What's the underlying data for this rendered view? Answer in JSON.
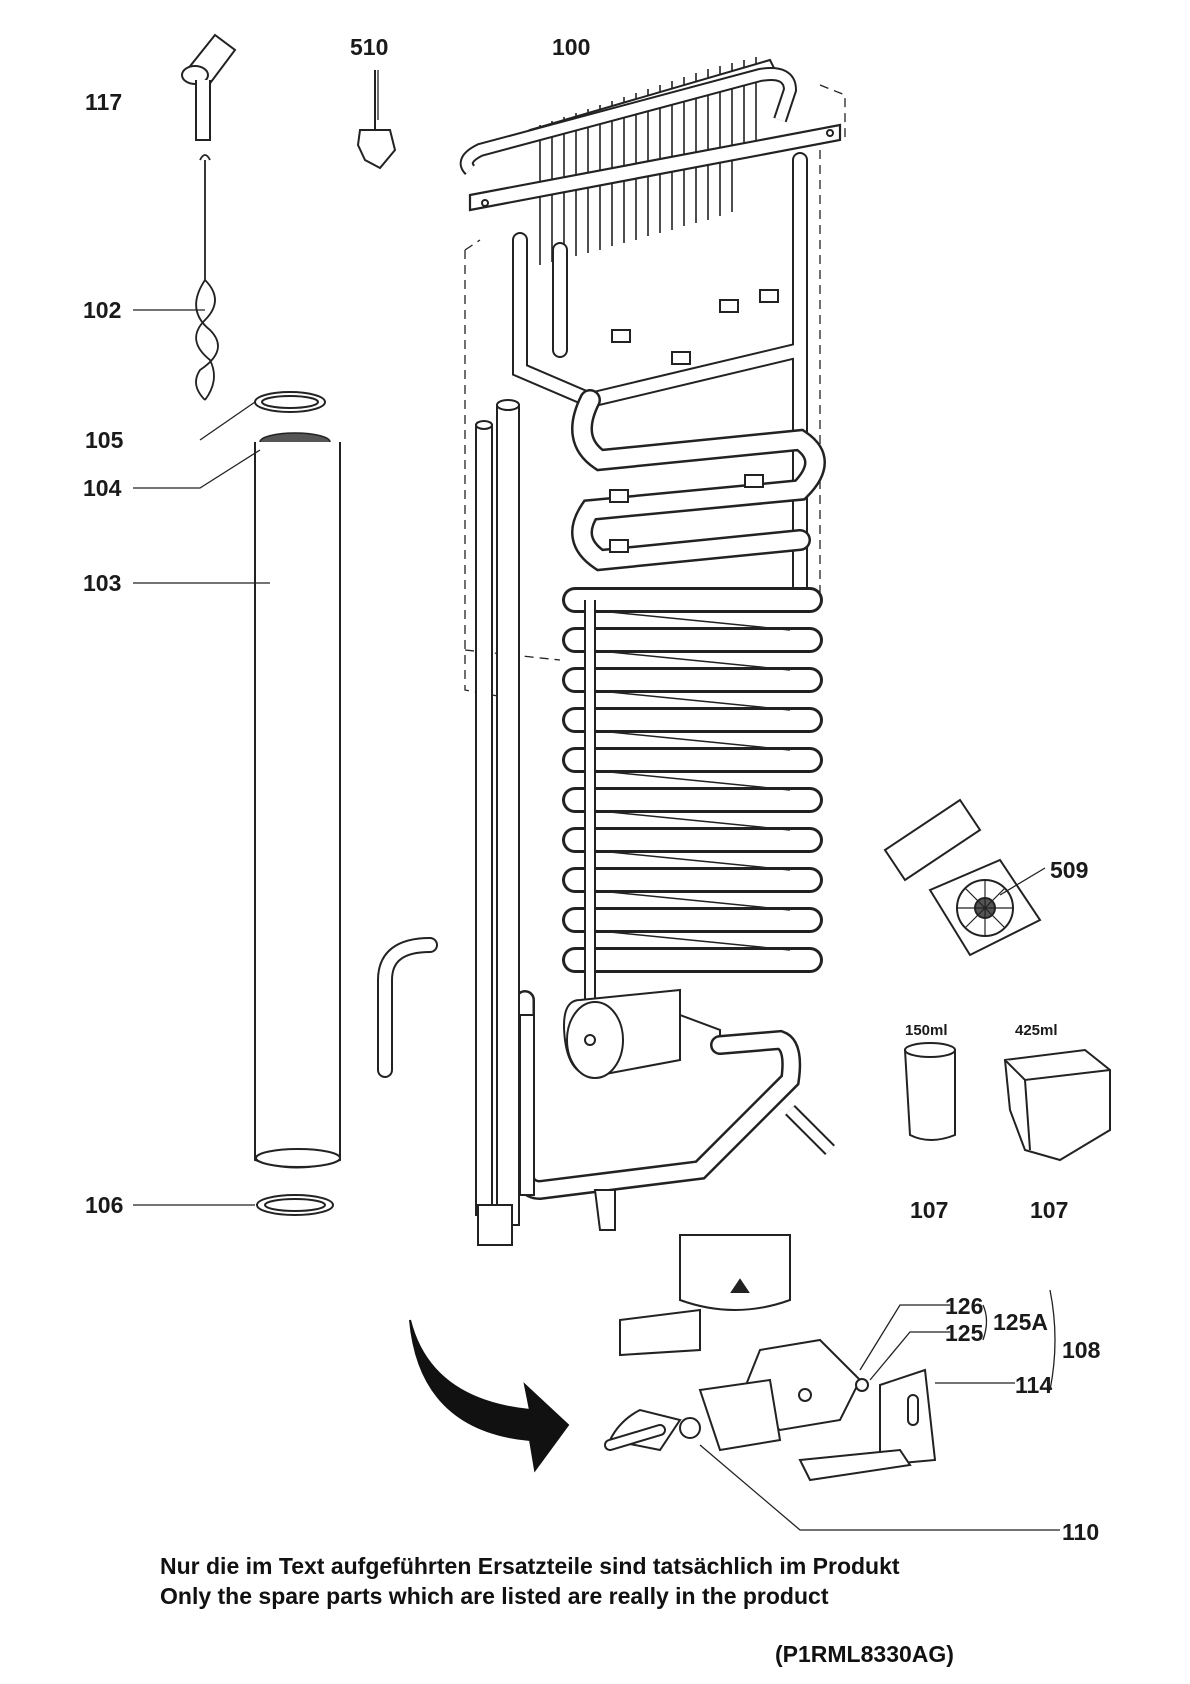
{
  "labels": {
    "p117": "117",
    "p510": "510",
    "p100": "100",
    "p102": "102",
    "p105": "105",
    "p104": "104",
    "p103": "103",
    "p106": "106",
    "p509": "509",
    "vol1": "150ml",
    "vol2": "425ml",
    "p107a": "107",
    "p107b": "107",
    "p126": "126",
    "p125": "125",
    "p125a": "125A",
    "p108": "108",
    "p114": "114",
    "p110": "110"
  },
  "notes": {
    "de": "Nur die im Text aufgeführten Ersatzteile sind tatsächlich im Produkt",
    "en": "Only the spare parts which are listed are really in the product"
  },
  "model_code": "(P1RML8330AG)"
}
